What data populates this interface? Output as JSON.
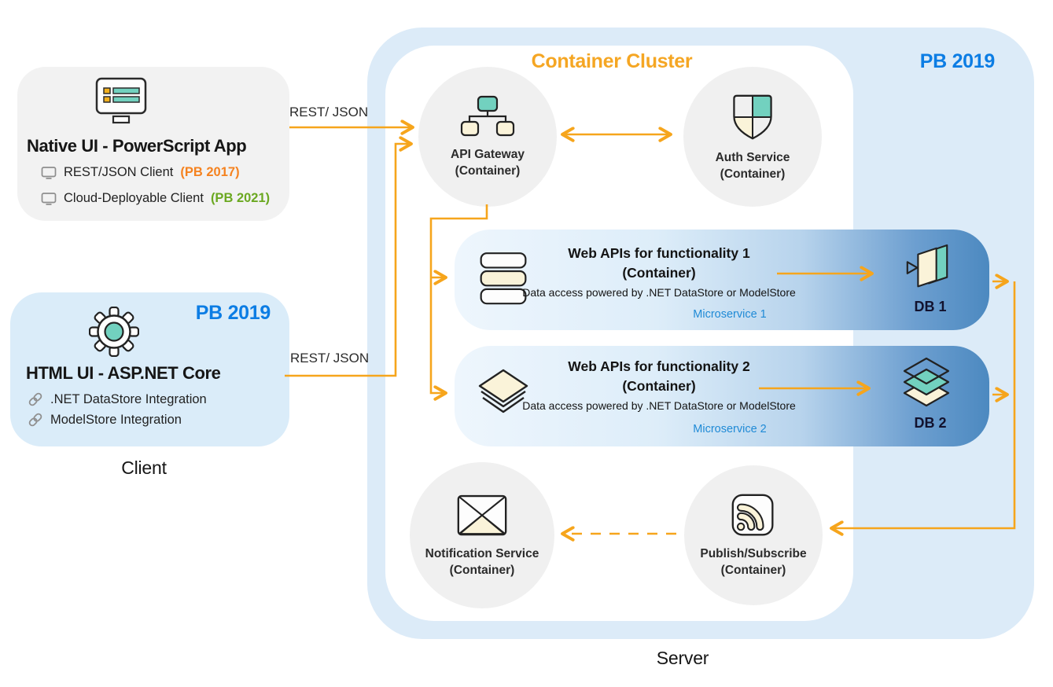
{
  "client": {
    "section_label": "Client",
    "native_app": {
      "title": "Native UI - PowerScript App",
      "items": [
        {
          "label": "REST/JSON Client",
          "badge": "(PB 2017)"
        },
        {
          "label": "Cloud-Deployable Client",
          "badge": "(PB 2021)"
        }
      ]
    },
    "html_app": {
      "title": "HTML UI - ASP.NET Core",
      "version_badge": "PB 2019",
      "items": [
        {
          "label": ".NET DataStore Integration"
        },
        {
          "label": "ModelStore Integration"
        }
      ]
    }
  },
  "server": {
    "section_label": "Server",
    "version_badge": "PB 2019",
    "cluster_title": "Container Cluster",
    "nodes": {
      "api_gateway": {
        "name": "API Gateway",
        "sub": "(Container)"
      },
      "auth_service": {
        "name": "Auth Service",
        "sub": "(Container)"
      },
      "notification_service": {
        "name": "Notification Service",
        "sub": "(Container)"
      },
      "pubsub": {
        "name": "Publish/Subscribe",
        "sub": "(Container)"
      }
    },
    "microservices": [
      {
        "title": "Web APIs for functionality 1",
        "sub": "(Container)",
        "desc": "Data access powered by .NET DataStore or ModelStore",
        "tag": "Microservice 1",
        "db_label": "DB 1"
      },
      {
        "title": "Web APIs for functionality 2",
        "sub": "(Container)",
        "desc": "Data access powered by .NET DataStore or ModelStore",
        "tag": "Microservice 2",
        "db_label": "DB 2"
      }
    ]
  },
  "connections": {
    "rest_json_top_label": "REST/ JSON",
    "rest_json_bottom_label": "REST/ JSON"
  },
  "colors": {
    "arrow_orange": "#F6A51C",
    "cluster_title_orange": "#F5A623",
    "pb2017_orange": "#F5821F",
    "pb2021_green": "#6BA821",
    "pb2019_blue": "#0C7DE4",
    "microservice_blue": "#1F8AD6",
    "teal": "#72D1BF",
    "cream": "#FAF3D9"
  }
}
